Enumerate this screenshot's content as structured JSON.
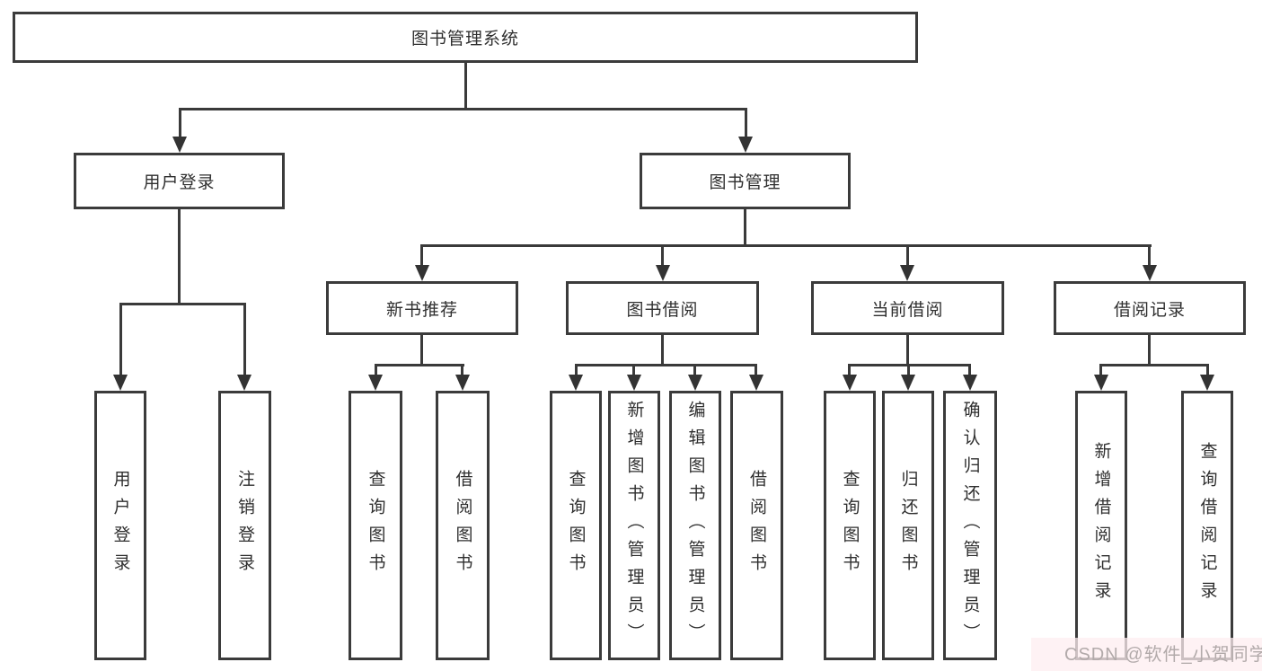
{
  "diagram": {
    "root": {
      "label": "图书管理系统"
    },
    "branches": [
      {
        "label": "用户登录",
        "children": [
          {
            "label": "用户登录"
          },
          {
            "label": "注销登录"
          }
        ]
      },
      {
        "label": "图书管理",
        "children": [
          {
            "label": "新书推荐",
            "children": [
              {
                "label": "查询图书"
              },
              {
                "label": "借阅图书"
              }
            ]
          },
          {
            "label": "图书借阅",
            "children": [
              {
                "label": "查询图书"
              },
              {
                "label": "新增图书（管理员）"
              },
              {
                "label": "编辑图书（管理员）"
              },
              {
                "label": "借阅图书"
              }
            ]
          },
          {
            "label": "当前借阅",
            "children": [
              {
                "label": "查询图书"
              },
              {
                "label": "归还图书"
              },
              {
                "label": "确认归还（管理员）"
              }
            ]
          },
          {
            "label": "借阅记录",
            "children": [
              {
                "label": "新增借阅记录"
              },
              {
                "label": "查询借阅记录"
              }
            ]
          }
        ]
      }
    ],
    "watermark": "CSDN @软件_小贺同学",
    "colors": {
      "line": "#3a3a3a",
      "border": "#3b3b3b",
      "text": "#2f2f2f",
      "background": "#ffffff",
      "watermark_text": "#b2aaaa",
      "watermark_bg": "#fdeef0"
    }
  }
}
